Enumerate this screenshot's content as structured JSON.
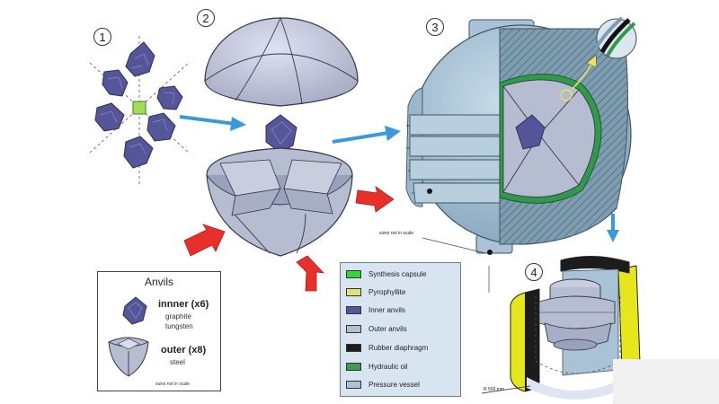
{
  "steps": [
    "1",
    "2",
    "3",
    "4"
  ],
  "anvils_box": {
    "title": "Anvils",
    "inner": {
      "label": "innner (x6)",
      "material1": "graphite",
      "material2": "tungsten"
    },
    "outer": {
      "label": "outer (x8)",
      "material": "steel"
    },
    "note": "sizes not in scale"
  },
  "legend": [
    {
      "label": "Synthesis capsule",
      "color": "#3bd13b"
    },
    {
      "label": "Pyrophyllite",
      "color": "#e0e27a"
    },
    {
      "label": "Inner anvils",
      "color": "#55569a"
    },
    {
      "label": "Outer anvils",
      "color": "#b7bdd1"
    },
    {
      "label": "Rubber diaphragm",
      "color": "#1c1c1c"
    },
    {
      "label": "Hydraulic oil",
      "color": "#3f9a52"
    },
    {
      "label": "Pressure vessel",
      "color": "#a9c2d5"
    }
  ],
  "vessel_note": "sizes not in scale",
  "scale_label": "R 500 mm",
  "colors": {
    "arrow_blue": "#3a9ad9",
    "arrow_red": "#e8302a",
    "inner_anvil": "#55569a",
    "outer_anvil": "#b7bdd1",
    "pressure_vessel": "#a9c2d5",
    "capsule": "#9ee05a"
  }
}
